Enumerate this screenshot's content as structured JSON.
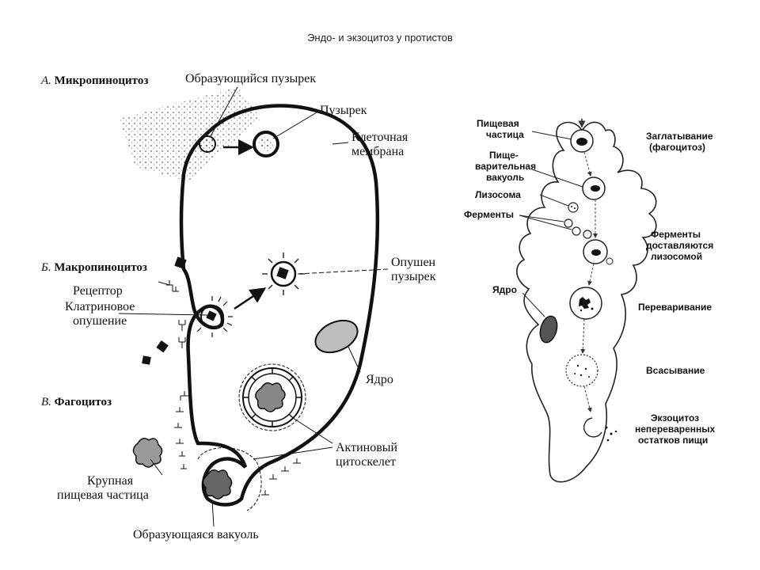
{
  "title": "Эндо- и экзоцитоз у протистов",
  "left_diagram": {
    "sections": {
      "a": {
        "letter": "А.",
        "name": "Микропиноцитоз"
      },
      "b": {
        "letter": "Б.",
        "name": "Макропиноцитоз"
      },
      "v": {
        "letter": "В.",
        "name": "Фагоцитоз"
      }
    },
    "labels": {
      "forming_vesicle": "Образующийся пузырек",
      "vesicle": "Пузырек",
      "membrane_1": "Клеточная",
      "membrane_2": "мембрана",
      "receptor": "Рецептор",
      "clathrin_1": "Клатриновое",
      "clathrin_2": "опушение",
      "coated_1": "Опушен",
      "coated_2": "пузырек",
      "nucleus": "Ядро",
      "actin_1": "Актиновый",
      "actin_2": "цитоскелет",
      "particle_1": "Крупная",
      "particle_2": "пищевая частица",
      "forming_vacuole": "Образующаяся вакуоль"
    }
  },
  "right_diagram": {
    "labels": {
      "food_particle_1": "Пищевая",
      "food_particle_2": "частица",
      "digestive_1": "Пище-",
      "digestive_2": "варительная",
      "digestive_3": "вакуоль",
      "lysosome": "Лизосома",
      "enzymes": "Ферменты",
      "nucleus": "Ядро"
    },
    "stages": {
      "engulf_1": "Заглатывание",
      "engulf_2": "(фагоцитоз)",
      "deliver_1": "Ферменты",
      "deliver_2": "доставляются",
      "deliver_3": "лизосомой",
      "digest": "Переваривание",
      "absorb": "Всасывание",
      "exo_1": "Экзоцитоз",
      "exo_2": "непереваренных",
      "exo_3": "остатков пищи"
    }
  }
}
